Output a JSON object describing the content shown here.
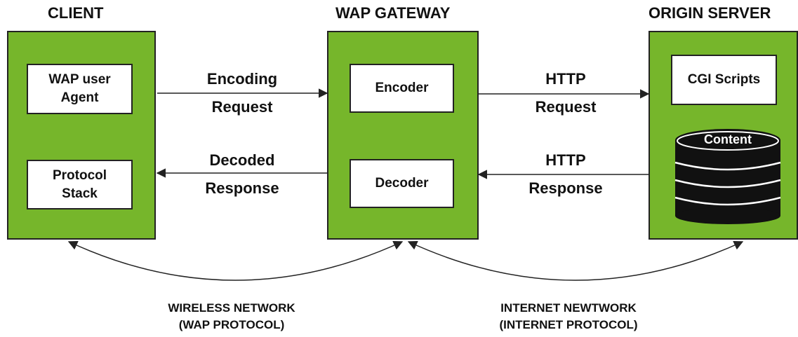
{
  "colors": {
    "box_fill": "#76b62b",
    "border": "#222222",
    "text": "#111111",
    "database": "#111111"
  },
  "client": {
    "title": "CLIENT",
    "wap_agent": [
      "WAP user",
      "Agent"
    ],
    "protocol_stack": [
      "Protocol",
      "Stack"
    ]
  },
  "gateway": {
    "title": "WAP GATEWAY",
    "encoder": "Encoder",
    "decoder": "Decoder"
  },
  "origin": {
    "title": "ORIGIN SERVER",
    "cgi": "CGI Scripts",
    "content": "Content",
    "content_icon": "database-icon"
  },
  "arrows": {
    "encoding_request": [
      "Encoding",
      "Request"
    ],
    "decoded_response": [
      "Decoded",
      "Response"
    ],
    "http_request": [
      "HTTP",
      "Request"
    ],
    "http_response": [
      "HTTP",
      "Response"
    ]
  },
  "networks": {
    "wireless": [
      "WIRELESS NETWORK",
      "(WAP PROTOCOL)"
    ],
    "internet": [
      "INTERNET NEWTWORK",
      "(INTERNET PROTOCOL)"
    ]
  }
}
